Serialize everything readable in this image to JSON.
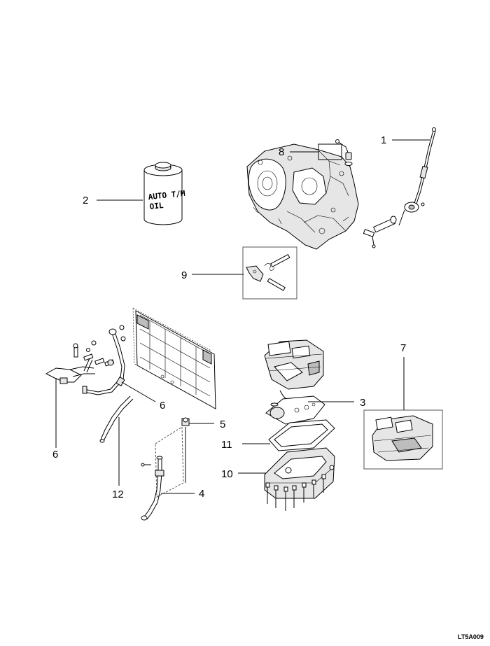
{
  "callouts": {
    "c1": "1",
    "c2": "2",
    "c3": "3",
    "c4": "4",
    "c5": "5",
    "c6a": "6",
    "c6b": "6",
    "c7": "7",
    "c8": "8",
    "c9": "9",
    "c10": "10",
    "c11": "11",
    "c12": "12"
  },
  "oil_can": {
    "line1": "AUTO T/M",
    "line2": "OIL"
  },
  "drawing_code": "LT5A009"
}
